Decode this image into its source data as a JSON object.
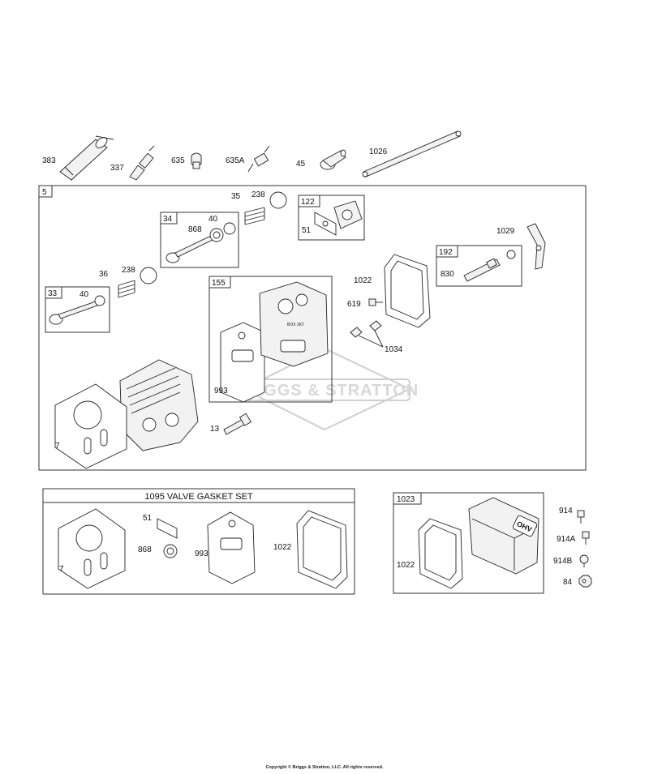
{
  "brand_watermark": "BRIGGS & STRATTON",
  "copyright": "Copyright © Briggs & Stratton, LLC. All rights reserved.",
  "top_row_labels": {
    "p383": "383",
    "p337": "337",
    "p635": "635",
    "p635a": "635A",
    "p45": "45",
    "p1026": "1026"
  },
  "assembly_5": {
    "box_label": "5",
    "labels": {
      "p35": "35",
      "p238_top": "238",
      "p40_34": "40",
      "p868": "868",
      "p36": "36",
      "p238_mid": "238",
      "p40_33": "40",
      "p1029": "1029",
      "p1022": "1022",
      "p619": "619",
      "p1034": "1034",
      "p993": "993",
      "p13": "13",
      "p7": "7",
      "p51": "51",
      "p830": "830"
    },
    "sub_boxes": {
      "b34": "34",
      "b33": "33",
      "b122": "122",
      "b155": "155",
      "b192": "192"
    },
    "head_stamp": "BOX 2KT"
  },
  "valve_gasket_set": {
    "title": "1095 VALVE GASKET SET",
    "labels": {
      "p51": "51",
      "p868": "868",
      "p993": "993",
      "p1022": "1022",
      "p7": "7"
    }
  },
  "cover_assembly": {
    "box_label": "1023",
    "cover_text": "OHV",
    "labels": {
      "p1022": "1022",
      "p914": "914",
      "p914a": "914A",
      "p914b": "914B",
      "p84": "84"
    }
  }
}
